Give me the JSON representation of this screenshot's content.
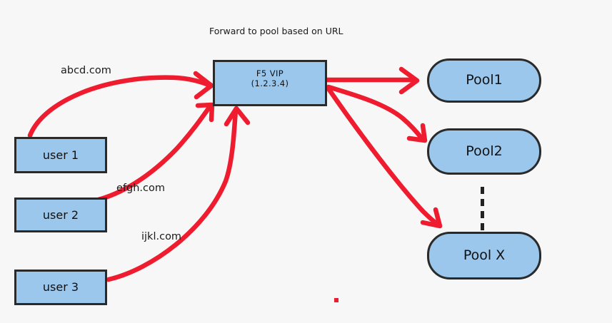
{
  "diagram": {
    "caption": "Forward to pool based on URL",
    "background_color": "#f7f7f7",
    "node_fill_color": "#9ac7eb",
    "node_border_color": "#2a2a2a",
    "arrow_color": "#ee1c2e",
    "nodes": {
      "vip": {
        "label": "F5 VIP\n(1.2.3.4)",
        "shape": "rectangle"
      },
      "users": [
        {
          "label": "user 1",
          "shape": "rectangle"
        },
        {
          "label": "user 2",
          "shape": "rectangle"
        },
        {
          "label": "user 3",
          "shape": "rectangle"
        }
      ],
      "pools": [
        {
          "label": "Pool1",
          "shape": "rounded-rectangle"
        },
        {
          "label": "Pool2",
          "shape": "rounded-rectangle"
        },
        {
          "label": "Pool X",
          "shape": "rounded-rectangle"
        }
      ]
    },
    "edges": {
      "inbound": [
        {
          "from": "user 1",
          "to": "F5 VIP",
          "label": "abcd.com"
        },
        {
          "from": "user 2",
          "to": "F5 VIP",
          "label": "efgh.com"
        },
        {
          "from": "user 3",
          "to": "F5 VIP",
          "label": "ijkl.com"
        }
      ],
      "outbound": [
        {
          "from": "F5 VIP",
          "to": "Pool1",
          "label": ""
        },
        {
          "from": "F5 VIP",
          "to": "Pool2",
          "label": ""
        },
        {
          "from": "F5 VIP",
          "to": "Pool X",
          "label": ""
        }
      ]
    },
    "continuation": {
      "symbol": "vertical-dashed-ellipsis",
      "segments": 4
    }
  }
}
